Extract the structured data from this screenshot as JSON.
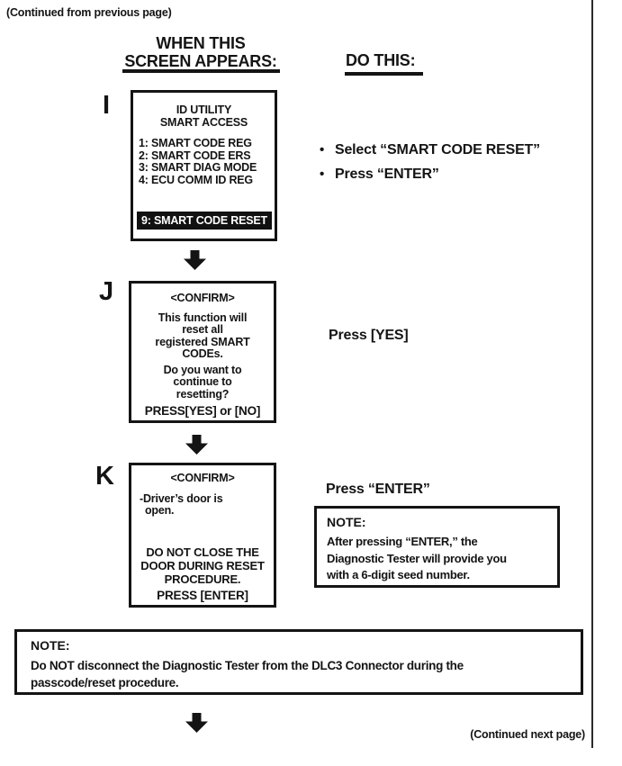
{
  "header": {
    "continued_from": "(Continued from previous page)",
    "when_this_line1": "WHEN THIS",
    "when_this_line2": "SCREEN APPEARS:",
    "do_this": "DO THIS:"
  },
  "bullet_char": "•",
  "step_i": {
    "letter": "I",
    "screen": {
      "title_line1": "ID UTILITY",
      "title_line2": "SMART ACCESS",
      "menu_item_1": "1: SMART CODE REG",
      "menu_item_2": "2: SMART CODE ERS",
      "menu_item_3": "3: SMART DIAG MODE",
      "menu_item_4": "4: ECU COMM ID REG",
      "highlighted_item": "9: SMART CODE RESET"
    },
    "bullet_1": "Select “SMART CODE RESET”",
    "bullet_2": "Press “ENTER”"
  },
  "step_j": {
    "letter": "J",
    "screen": {
      "title": "<CONFIRM>",
      "body_line1": "This function will",
      "body_line2": "reset all",
      "body_line3": "registered SMART",
      "body_line4": "CODEs.",
      "question_line1": "Do you want to",
      "question_line2": "continue to",
      "question_line3": "resetting?",
      "footer": "PRESS[YES] or [NO]"
    },
    "instruction": "Press [YES]"
  },
  "step_k": {
    "letter": "K",
    "screen": {
      "title": "<CONFIRM>",
      "status_line1": "-Driver’s door is",
      "status_line2": "open.",
      "warning_line1": "DO NOT CLOSE THE",
      "warning_line2": "DOOR DURING RESET",
      "warning_line3": "PROCEDURE.",
      "footer": "PRESS [ENTER]"
    },
    "instruction": "Press “ENTER”",
    "note": {
      "title": "NOTE:",
      "line1": "After pressing “ENTER,” the",
      "line2": "Diagnostic Tester will provide you",
      "line3": "with a 6-digit seed number."
    }
  },
  "bottom_note": {
    "title": "NOTE:",
    "line1": "Do NOT disconnect the Diagnostic Tester from the DLC3 Connector during the",
    "line2": "passcode/reset procedure."
  },
  "footer": {
    "continued_next": "(Continued next page)"
  }
}
